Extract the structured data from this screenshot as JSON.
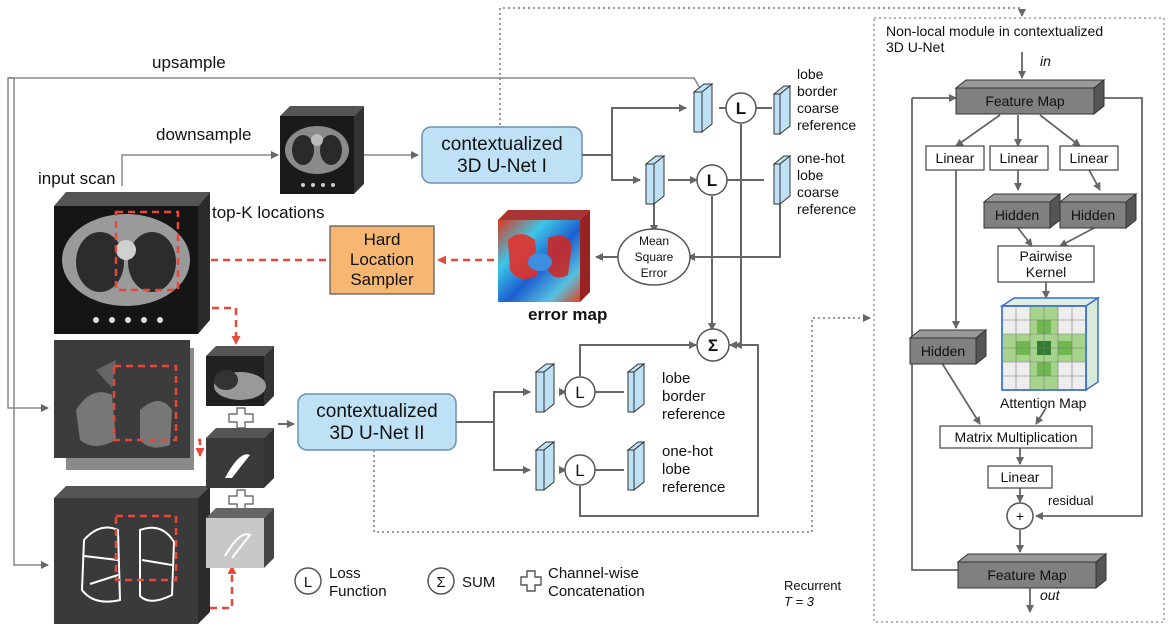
{
  "labels": {
    "upsample": "upsample",
    "downsample": "downsample",
    "input_scan": "input scan",
    "top_k": "top-K locations",
    "unet1": [
      "contextualized",
      "3D U-Net  I"
    ],
    "unet2": [
      "contextualized",
      "3D U-Net  II"
    ],
    "hard_sampler": [
      "Hard",
      "Location",
      "Sampler"
    ],
    "error_map": "error map",
    "mse": [
      "Mean",
      "Square",
      "Error"
    ],
    "lobe_border_coarse": [
      "lobe",
      "border",
      "coarse",
      "reference"
    ],
    "onehot_coarse": [
      "one-hot",
      "lobe",
      "coarse",
      "reference"
    ],
    "lobe_border_ref": [
      "lobe",
      "border",
      "reference"
    ],
    "onehot_ref": [
      "one-hot",
      "lobe",
      "reference"
    ],
    "loss_symbol": "L",
    "sum_symbol": "Σ"
  },
  "legend": {
    "loss": [
      "Loss",
      "Function"
    ],
    "sum": "SUM",
    "concat": [
      "Channel-wise",
      "Concatenation"
    ],
    "recurrent": [
      "Recurrent",
      "T = 3"
    ]
  },
  "nonlocal": {
    "title": [
      "Non-local module in contextualized",
      "3D U-Net"
    ],
    "in": "in",
    "out": "out",
    "feature_map": "Feature Map",
    "linear": "Linear",
    "hidden": "Hidden",
    "pairwise": [
      "Pairwise",
      "Kernel"
    ],
    "attention_map": "Attention Map",
    "matmul": "Matrix Multiplication",
    "residual": "residual",
    "plus": "+"
  }
}
